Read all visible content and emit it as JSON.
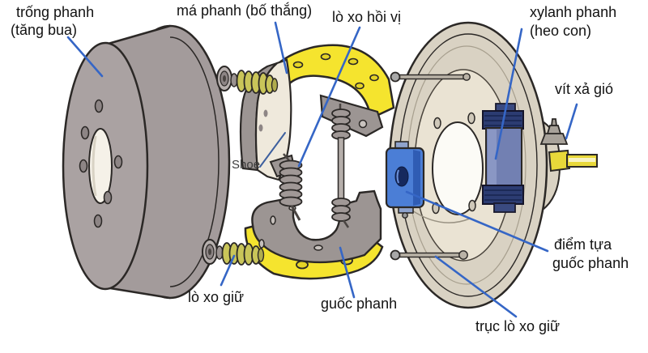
{
  "figure_title": "Drum brake exploded-view diagram (Vietnamese labels)",
  "labels": {
    "drum": {
      "line1": "trống phanh",
      "line2": "(tăng bua)"
    },
    "pad": {
      "text": "má phanh (bố thắng)"
    },
    "return_spring": {
      "text": "lò xo hồi vị"
    },
    "wheel_cylinder": {
      "line1": "xylanh phanh",
      "line2": "(heo con)"
    },
    "bleeder_screw": {
      "text": "vít xả gió"
    },
    "shoe_en": {
      "text": "Shoe"
    },
    "hold_down_spring": {
      "text": "lò xo giữ"
    },
    "brake_shoe": {
      "text": "guốc phanh"
    },
    "anchor": {
      "line1": "điểm tựa",
      "line2": "guốc phanh"
    },
    "spring_pin": {
      "text": "trục lò xo giữ"
    }
  },
  "colors": {
    "background": "#ffffff",
    "arrow_blue": "#3566c6",
    "shoe_pointer_blue": "#3d5f9e",
    "outline": "#2b2826",
    "drum_gray": "#a8a0a0",
    "drum_side_gray": "#a39b9b",
    "shoe_gray": "#9c9593",
    "shoe_inner_white": "#efe9dc",
    "lining_yellow": "#f5e42e",
    "hold_down_olive": "#c9c559",
    "backing_plate_beige": "#d9d2c3",
    "plate_inner_cream": "#eae3d3",
    "anchor_blue": "#4b7ed6",
    "cylinder_body_blue": "#7280b2",
    "cylinder_cap_navy": "#2c3c72",
    "pipe_yellow": "#e8d83a",
    "label_text": "#121212"
  }
}
